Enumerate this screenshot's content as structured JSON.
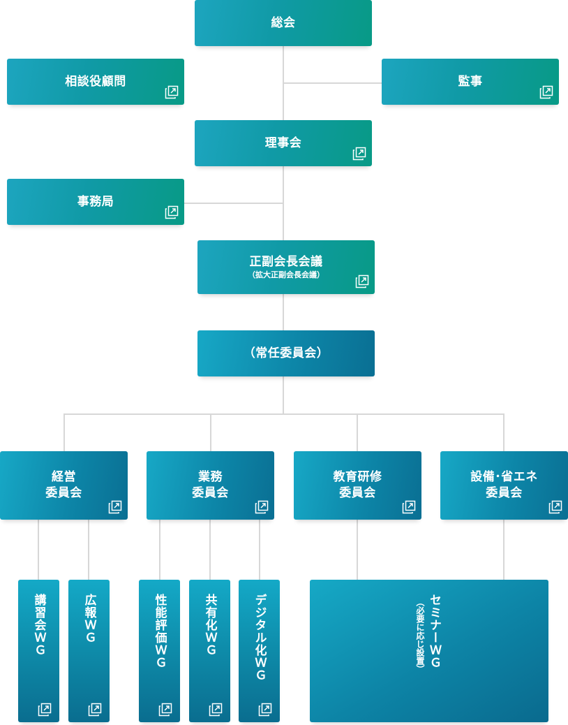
{
  "nodes": {
    "soukai": "総会",
    "soudanyaku": "相談役顧問",
    "kanji": "監事",
    "rijikai": "理事会",
    "jimukyoku": "事務局",
    "kaichou": {
      "title": "正副会長会議",
      "sub": "（拡大正副会長会議）"
    },
    "jounin": "（常任委員会）",
    "keiei": {
      "line1": "経営",
      "line2": "委員会"
    },
    "gyoumu": {
      "line1": "業務",
      "line2": "委員会"
    },
    "kyouiku": {
      "line1": "教育研修",
      "line2": "委員会"
    },
    "setsubi": {
      "line1": "設備･省エネ",
      "line2": "委員会"
    }
  },
  "wg": {
    "kousyukai": "講習会ＷＧ",
    "kouhou": "広報ＷＧ",
    "seinou": "性能評価ＷＧ",
    "kyouyuu": "共有化ＷＧ",
    "digital": "デジタル化ＷＧ",
    "seminar": "セミナーＷＧ",
    "seminar_sub": "（必要に応じ設置）"
  },
  "icon": "external-link-icon"
}
